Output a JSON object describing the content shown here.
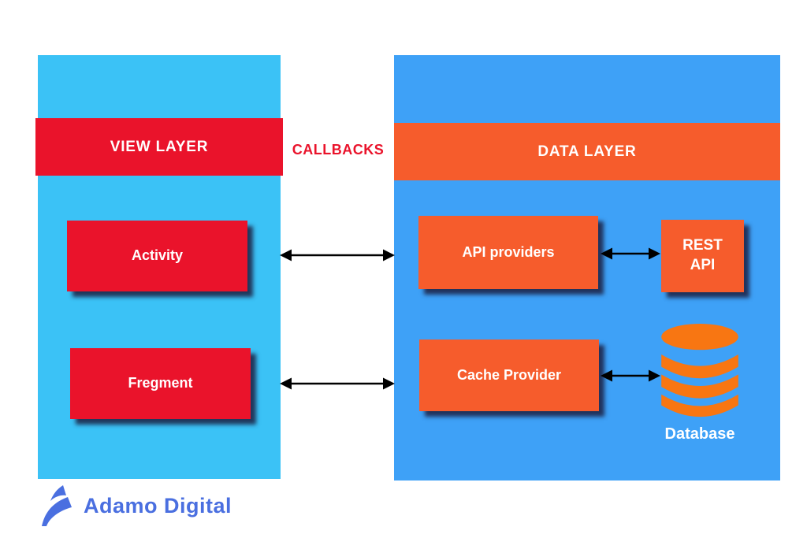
{
  "diagram": {
    "view_layer": {
      "title": "VIEW LAYER",
      "nodes": [
        {
          "label": "Activity"
        },
        {
          "label": "Fregment"
        }
      ]
    },
    "callbacks_label": "CALLBACKS",
    "data_layer": {
      "title": "DATA LAYER",
      "nodes": [
        {
          "label": "API providers"
        },
        {
          "label": "REST API"
        },
        {
          "label": "Cache Provider"
        }
      ],
      "database_label": "Database"
    },
    "logo_text": "Adamo Digital",
    "colors": {
      "view_panel": "#3bc2f6",
      "view_accent": "#ea132b",
      "data_panel": "#3ea1f7",
      "data_accent": "#f65c2c",
      "database_icon": "#f87612",
      "arrow": "#000000",
      "shadow": "#1c2042",
      "logo": "#4a6fe0"
    }
  }
}
